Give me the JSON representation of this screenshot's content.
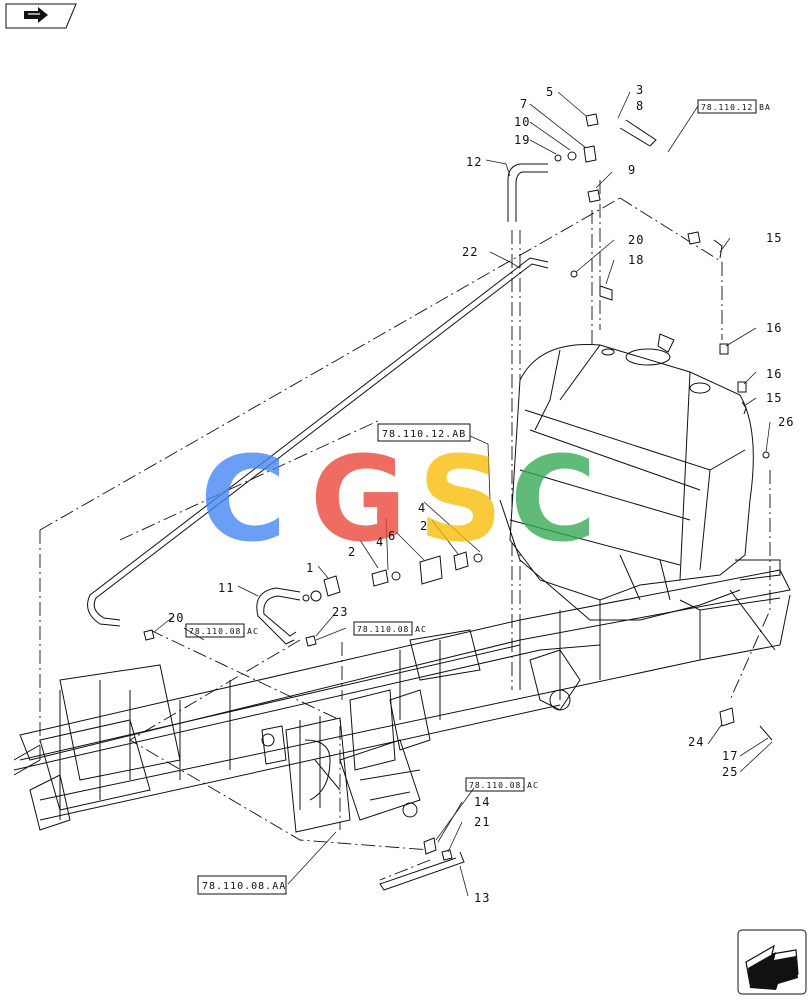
{
  "nav": {
    "back_icon": "back-arrow-icon",
    "next_icon": "forward-arrow-icon"
  },
  "watermark": {
    "letters": [
      "C",
      "G",
      "S",
      "C"
    ],
    "colors": [
      "#4285f4",
      "#ea4335",
      "#fbbc05",
      "#34a853"
    ]
  },
  "refs": {
    "r1": "78.110.12.BA",
    "r2": "78.110.12.AB",
    "r3": "78.110.08.AC",
    "r4": "78.110.08.AC",
    "r5": "78.110.08.AC",
    "r6": "78.110.08.AA"
  },
  "callouts": {
    "c5": "5",
    "c3": "3",
    "c8": "8",
    "c7": "7",
    "c10": "10",
    "c19": "19",
    "c9": "9",
    "c12": "12",
    "c22": "22",
    "c20a": "20",
    "c18": "18",
    "c15a": "15",
    "c16a": "16",
    "c16b": "16",
    "c15b": "15",
    "c26": "26",
    "c4a": "4",
    "c2a": "2",
    "c6": "6",
    "c2b": "2",
    "c4b": "4",
    "c1": "1",
    "c11": "11",
    "c23": "23",
    "c20b": "20",
    "c24": "24",
    "c17": "17",
    "c25": "25",
    "c14": "14",
    "c21": "21",
    "c13": "13"
  }
}
